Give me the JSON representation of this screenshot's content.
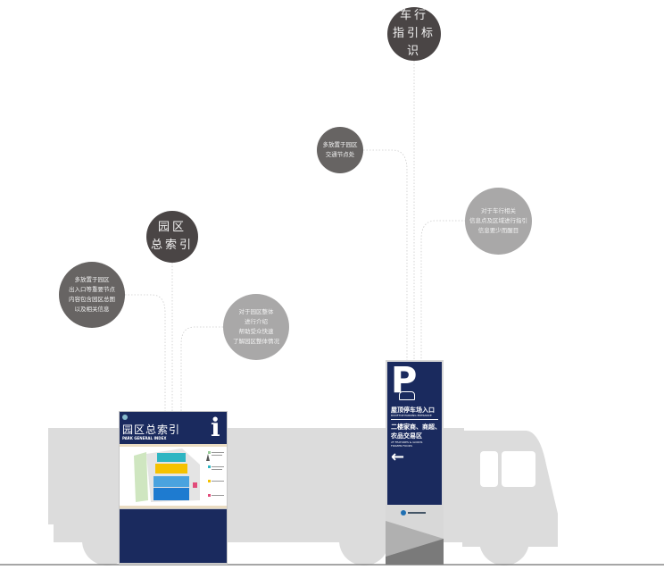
{
  "colors": {
    "navy": "#1a2a5e",
    "dark": "#4a4545",
    "mid": "#676463",
    "light": "#a9a8a8",
    "truck": "#dcdcdc"
  },
  "callouts": {
    "vehicle_title": [
      "车行",
      "指引标识"
    ],
    "park_title": [
      "园区",
      "总索引"
    ],
    "park_placement": [
      "多放置于园区",
      "出入口等重要节点",
      "内容包含园区总图",
      "以及相关信息"
    ],
    "park_purpose": [
      "对于园区整体",
      "进行介绍",
      "帮助受众快速",
      "了解园区整体情况"
    ],
    "vehicle_placement": [
      "多放置于园区",
      "交通节点处"
    ],
    "vehicle_purpose": [
      "对于车行相关",
      "信息点及区域进行指引",
      "信息要少而醒目"
    ]
  },
  "park_sign": {
    "title": "园区总索引",
    "subtitle": "PARK GENERAL INDEX",
    "info_icon": "i",
    "icon": "info-icon"
  },
  "parking_sign": {
    "letter": "P",
    "line1": "屋顶停车场入口",
    "line1_en": "ROOFTOP PARKING ENTRANCE",
    "line2": "二楼家商、商超、",
    "line3": "农品交易区",
    "line2_en": "2F FEATURES & GOODS",
    "line3_en": "FROZEN FOODS",
    "arrow": "←",
    "icon": "car-icon"
  }
}
